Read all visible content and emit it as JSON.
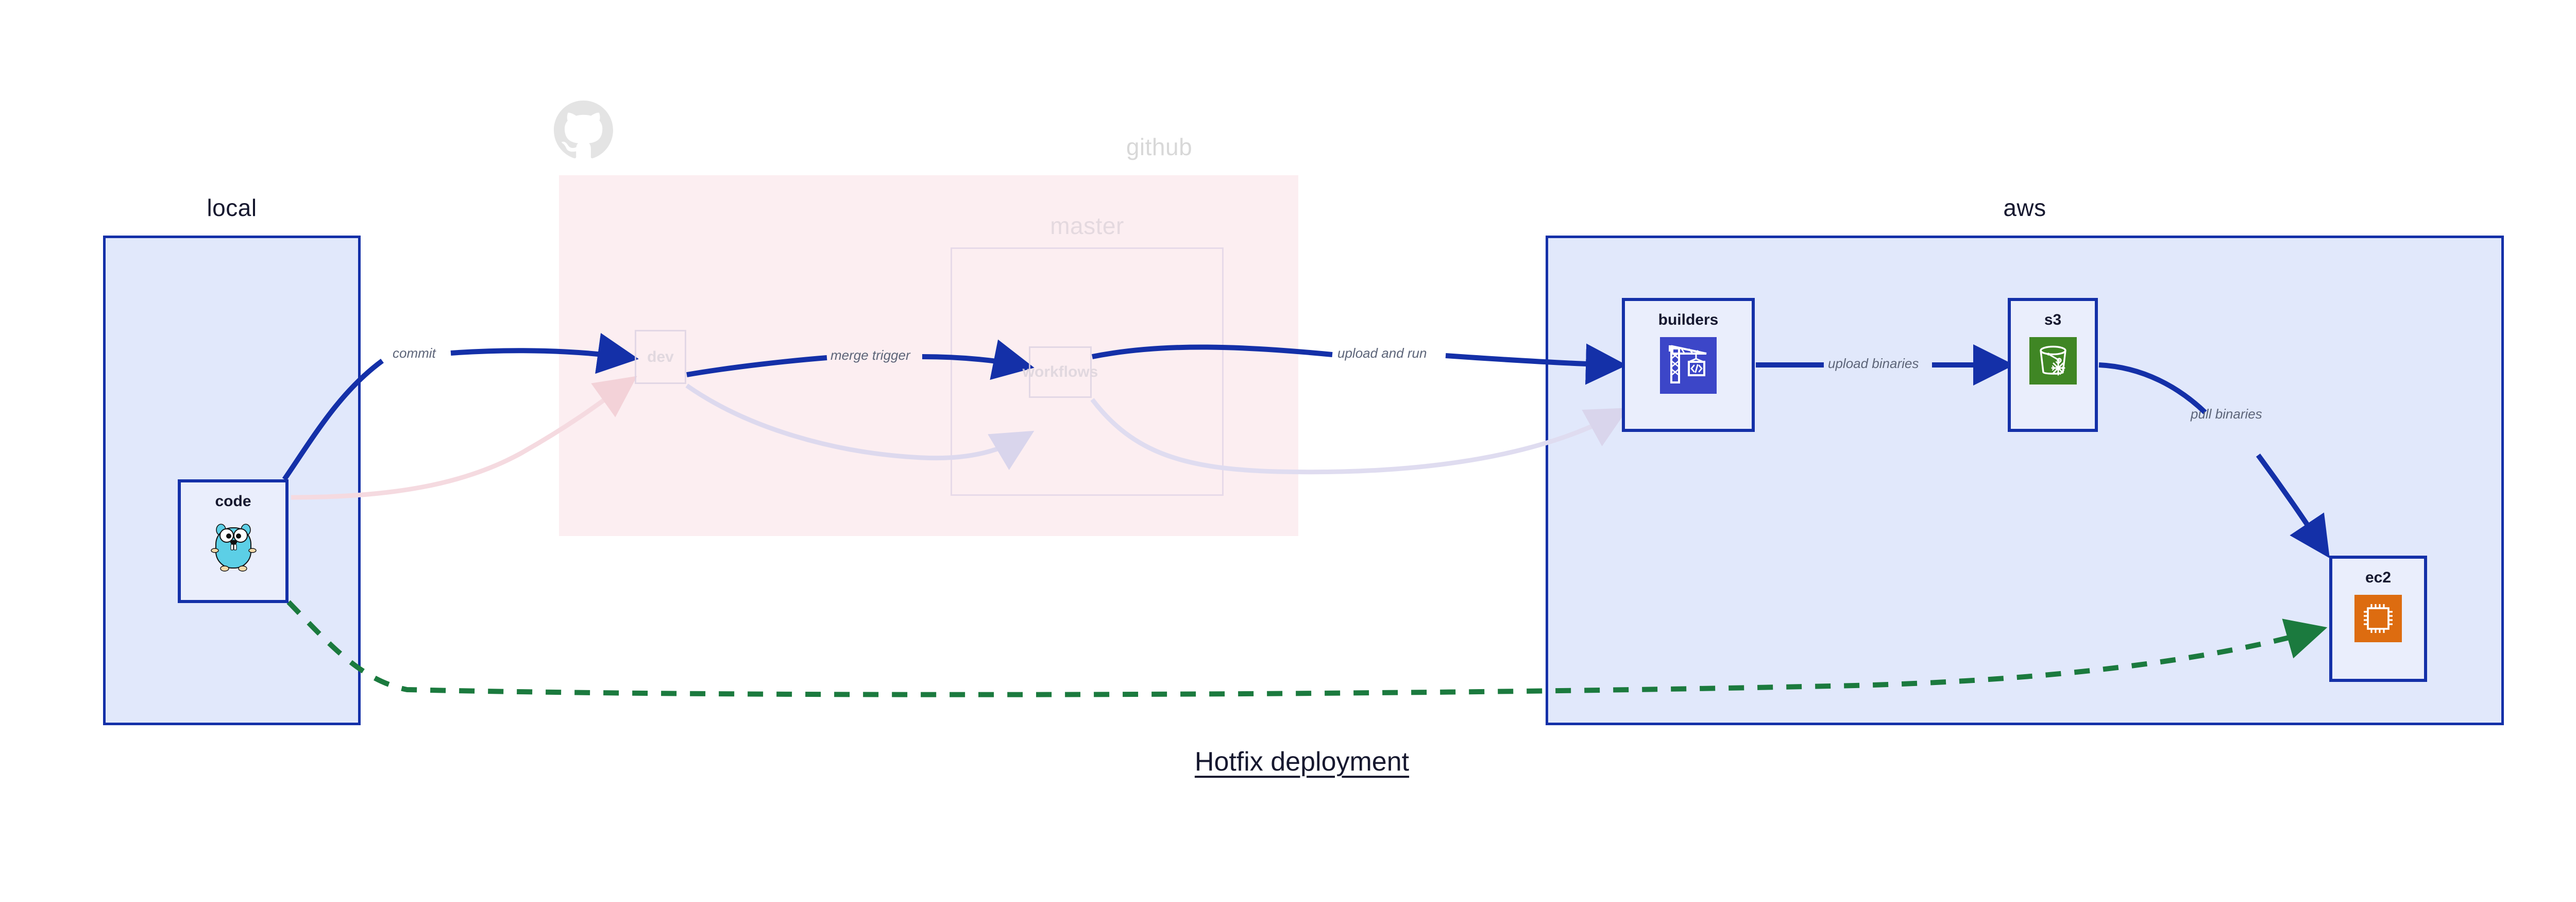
{
  "diagram": {
    "title": "Hotfix deployment",
    "type": "architecture-flow-diagram"
  },
  "groups": [
    {
      "id": "local",
      "label": "local",
      "fill": "#e1e8fb",
      "stroke": "#1430a8",
      "state": "active"
    },
    {
      "id": "github",
      "label": "github",
      "fill": "#fae3e8",
      "stroke": "none",
      "state": "faded"
    },
    {
      "id": "master",
      "label": "master",
      "fill": "none",
      "stroke": "#d6cbe2",
      "state": "faded"
    },
    {
      "id": "aws",
      "label": "aws",
      "fill": "#e1e8fb",
      "stroke": "#1430a8",
      "state": "active"
    }
  ],
  "nodes": [
    {
      "id": "code",
      "label": "code",
      "icon": "go-gopher-icon",
      "group": "local",
      "state": "active"
    },
    {
      "id": "dev",
      "label": "dev",
      "icon": "none",
      "group": "github",
      "state": "faded"
    },
    {
      "id": "workflows",
      "label": "workflows",
      "icon": "none",
      "group": "master",
      "state": "faded"
    },
    {
      "id": "builders",
      "label": "builders",
      "icon": "aws-codebuild-icon",
      "group": "aws",
      "state": "active",
      "icon_color": "#3c46c8"
    },
    {
      "id": "s3",
      "label": "s3",
      "icon": "aws-s3-glacier-icon",
      "group": "aws",
      "state": "active",
      "icon_color": "#3f8624"
    },
    {
      "id": "ec2",
      "label": "ec2",
      "icon": "aws-ec2-icon",
      "group": "aws",
      "state": "active",
      "icon_color": "#dd6c10"
    }
  ],
  "edges": [
    {
      "id": "commit",
      "from": "code",
      "to": "dev",
      "label": "commit",
      "style": "solid",
      "color": "#1430a8"
    },
    {
      "id": "merge-trigger",
      "from": "dev",
      "to": "workflows",
      "label": "merge trigger",
      "style": "solid",
      "color": "#1430a8"
    },
    {
      "id": "upload-and-run",
      "from": "workflows",
      "to": "builders",
      "label": "upload and run",
      "style": "solid",
      "color": "#1430a8"
    },
    {
      "id": "upload-binaries",
      "from": "builders",
      "to": "s3",
      "label": "upload binaries",
      "style": "solid",
      "color": "#1430a8"
    },
    {
      "id": "pull-binaries",
      "from": "s3",
      "to": "ec2",
      "label": "pull binaries",
      "style": "solid",
      "color": "#1430a8"
    },
    {
      "id": "hotfix-direct",
      "from": "code",
      "to": "ec2",
      "label": "",
      "style": "dashed",
      "color": "#1b7a3e"
    }
  ],
  "colors": {
    "accent_blue": "#1430a8",
    "group_blue_fill": "#e1e8fb",
    "github_pink_fill": "#fae3e8",
    "node_fill": "#eaeefc",
    "hotfix_green": "#1b7a3e",
    "label_grey": "#5d6579",
    "text_dark": "#16182f",
    "faded_text": "#ddd5dd"
  },
  "labels": {
    "commit": "commit",
    "merge_trigger": "merge trigger",
    "upload_and_run": "upload and run",
    "upload_binaries": "upload binaries",
    "pull_binaries": "pull binaries"
  },
  "watermark": {
    "icon": "github-logo-icon"
  }
}
